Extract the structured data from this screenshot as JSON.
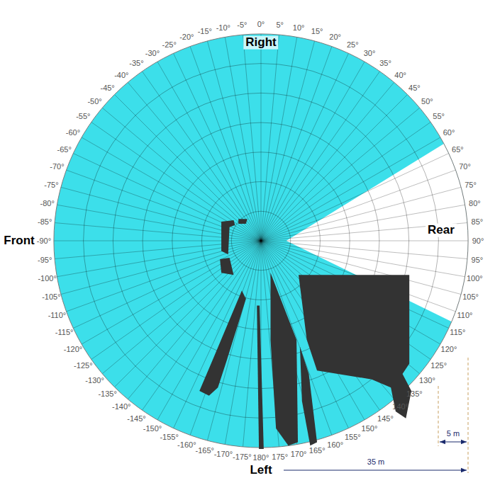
{
  "diagram": {
    "labels": [
      "Right",
      "-175°",
      "-170°",
      "-165°",
      "-160°",
      "-155°",
      "-150°",
      "-145°",
      "-140°",
      "-135°",
      "-130°",
      "-125°",
      "-120°",
      "-115°",
      "-110°",
      "-105°",
      "-100°",
      "-95°",
      "-90°",
      "-85°",
      "-80°",
      "-75°",
      "-70°",
      "-65°",
      "-60°",
      "-55°",
      "-50°",
      "-45°",
      "-40°",
      "-35°",
      "-30°",
      "-25°",
      "-20°",
      "-15°",
      "-10°",
      "-5°",
      "0°",
      "5°",
      "10°",
      "15°",
      "20°",
      "25°",
      "30°",
      "35°",
      "40°",
      "45°",
      "50°",
      "55°",
      "60°",
      "65°",
      "70°",
      "75°",
      "80°",
      "85°",
      "90°",
      "95°",
      "100°",
      "105°",
      "110°",
      "115°",
      "120°",
      "125°",
      "130°",
      "135°",
      "140°",
      "145°",
      "150°",
      "155°",
      "160°",
      "165°",
      "170°",
      "175°",
      "180°",
      "Front",
      "Rear",
      "5 m",
      "35 m",
      "Left"
    ]
  }
}
